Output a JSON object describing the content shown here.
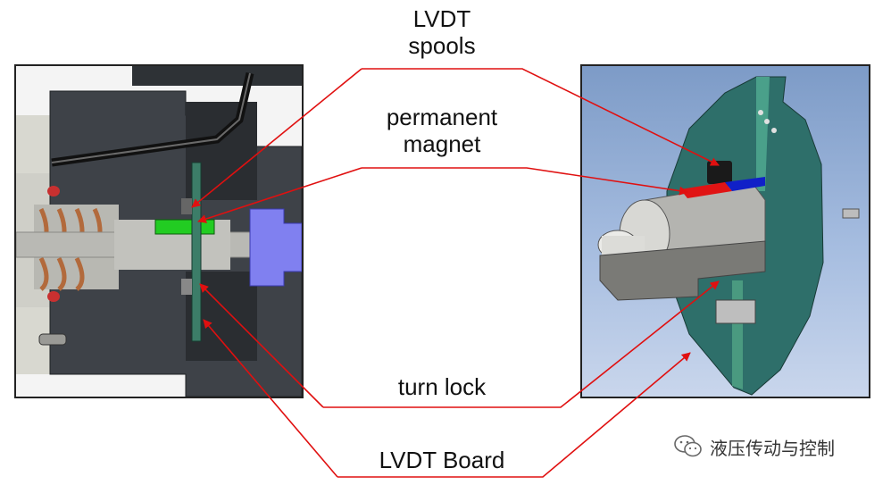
{
  "labels": {
    "spools": [
      "LVDT",
      "spools"
    ],
    "magnet": [
      "permanent",
      "magnet"
    ],
    "turn_lock": "turn lock",
    "board": "LVDT Board"
  },
  "watermark": {
    "text": "液压传动与控制",
    "icon": "wechat-icon"
  },
  "colors": {
    "leader": "#e01010",
    "housing": "#3a3e44",
    "board": "#3c7d68",
    "magnet_green": "#22cc22",
    "magnet_red": "#e01414",
    "magnet_blue": "#1020c8",
    "coupling": "#8080f0"
  }
}
